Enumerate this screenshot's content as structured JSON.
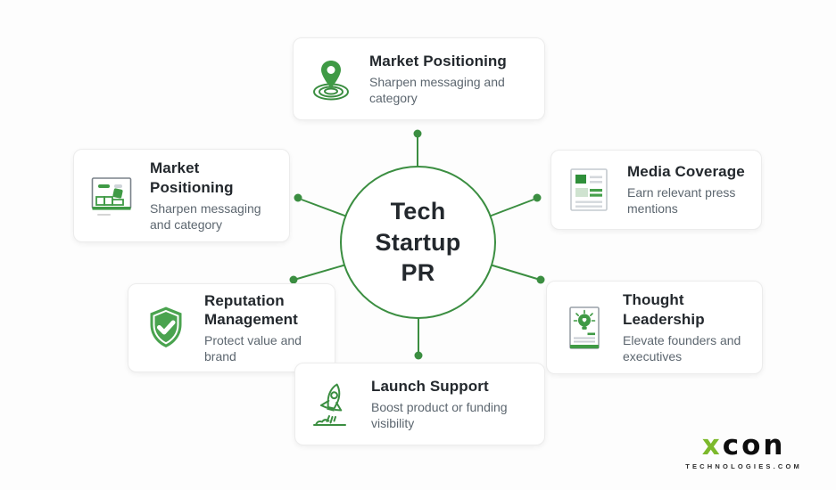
{
  "colors": {
    "green": "#3b8e41",
    "green_fill": "#46a04b",
    "green_tint": "#cfe3d0",
    "lime": "#7cb92c",
    "title_text": "#23282d",
    "subtitle_text": "#5c666f",
    "card_border": "#ececec"
  },
  "center": {
    "title": "Tech\nStartup\nPR"
  },
  "cards": [
    {
      "position": "top",
      "title": "Market Positioning",
      "subtitle": "Sharpen messaging and category",
      "icon": "location-pin-ripples-icon"
    },
    {
      "position": "left",
      "title": "Market Positioning",
      "subtitle": "Sharpen messaging and category",
      "icon": "whiteboard-chart-icon"
    },
    {
      "position": "right",
      "title": "Media Coverage",
      "subtitle": "Earn relevant press mentions",
      "icon": "newspaper-icon"
    },
    {
      "position": "bottom-left",
      "title": "Reputation Management",
      "subtitle": "Protect value and brand",
      "icon": "shield-check-icon"
    },
    {
      "position": "bottom-right",
      "title": "Thought Leadership",
      "subtitle": "Elevate founders and executives",
      "icon": "document-lightbulb-icon"
    },
    {
      "position": "bottom",
      "title": "Launch Support",
      "subtitle": "Boost product or funding visibility",
      "icon": "rocket-icon"
    }
  ],
  "logo": {
    "brand_x": "x",
    "brand_rest": "con",
    "tagline": "TECHNOLOGIES.COM"
  }
}
